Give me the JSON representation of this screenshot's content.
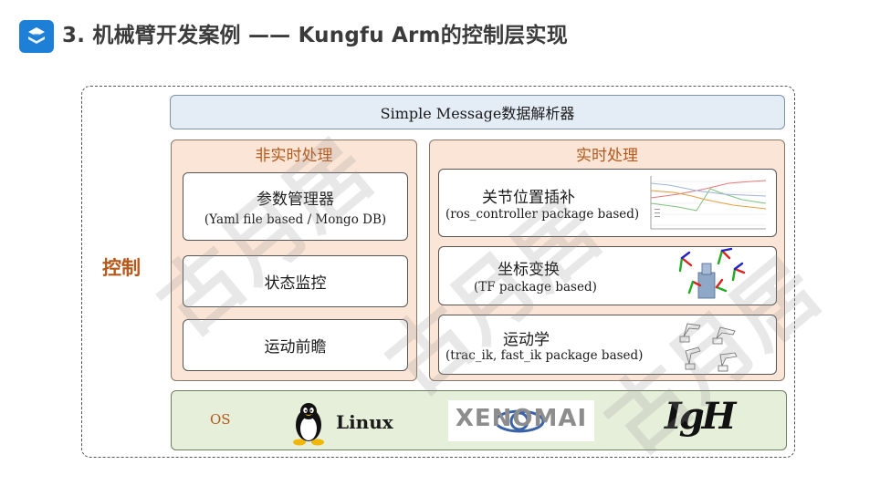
{
  "header": {
    "title": "3. 机械臂开发案例 —— Kungfu Arm的控制层实现"
  },
  "diagram": {
    "side_label": "控制",
    "parser": "Simple Message数据解析器",
    "non_realtime": {
      "title": "非实时处理",
      "items": [
        {
          "title": "参数管理器",
          "subtitle": "(Yaml file based / Mongo DB)"
        },
        {
          "title": "状态监控"
        },
        {
          "title": "运动前瞻"
        }
      ]
    },
    "realtime": {
      "title": "实时处理",
      "items": [
        {
          "title": "关节位置插补",
          "subtitle": "(ros_controller package based)"
        },
        {
          "title": "坐标变换",
          "subtitle": "(TF package based)"
        },
        {
          "title": "运动学",
          "subtitle": "(trac_ik, fast_ik package based)"
        }
      ]
    },
    "os": {
      "label": "OS",
      "linux": "Linux",
      "xenomai": "XENOMAI",
      "igh": "IgH"
    }
  },
  "watermark": "古月居",
  "colors": {
    "accent_orange": "#b5581a",
    "logo_blue": "#1e7fd6",
    "panel_peach": "#fbe5d6",
    "parser_blue": "#e4ecf6",
    "os_green": "#e6efda"
  }
}
